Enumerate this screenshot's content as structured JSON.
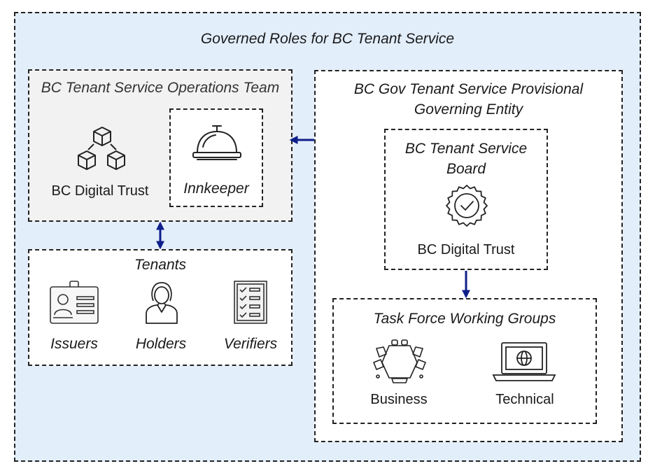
{
  "title": "Governed Roles for BC Tenant Service",
  "colors": {
    "outer_bg": "#e3eefb",
    "ops_bg": "#f2f2f2",
    "arrow": "#0f1f8a",
    "white": "#ffffff"
  },
  "ops_team": {
    "title": "BC Tenant Service Operations Team",
    "digital_trust": {
      "label": "BC Digital Trust",
      "icon": "cubes-icon"
    },
    "innkeeper": {
      "label": "Innkeeper",
      "icon": "service-bell-icon"
    }
  },
  "tenants": {
    "title": "Tenants",
    "items": [
      {
        "label": "Issuers",
        "icon": "id-card-icon"
      },
      {
        "label": "Holders",
        "icon": "person-icon"
      },
      {
        "label": "Verifiers",
        "icon": "checklist-icon"
      }
    ]
  },
  "governing_entity": {
    "title_line1": "BC Gov Tenant Service Provisional",
    "title_line2": "Governing Entity",
    "board": {
      "title_line1": "BC Tenant Service",
      "title_line2": "Board",
      "label": "BC Digital Trust",
      "icon": "certified-badge-icon"
    },
    "working_groups": {
      "title": "Task Force Working Groups",
      "items": [
        {
          "label": "Business",
          "icon": "meeting-table-icon"
        },
        {
          "label": "Technical",
          "icon": "laptop-globe-icon"
        }
      ]
    }
  }
}
